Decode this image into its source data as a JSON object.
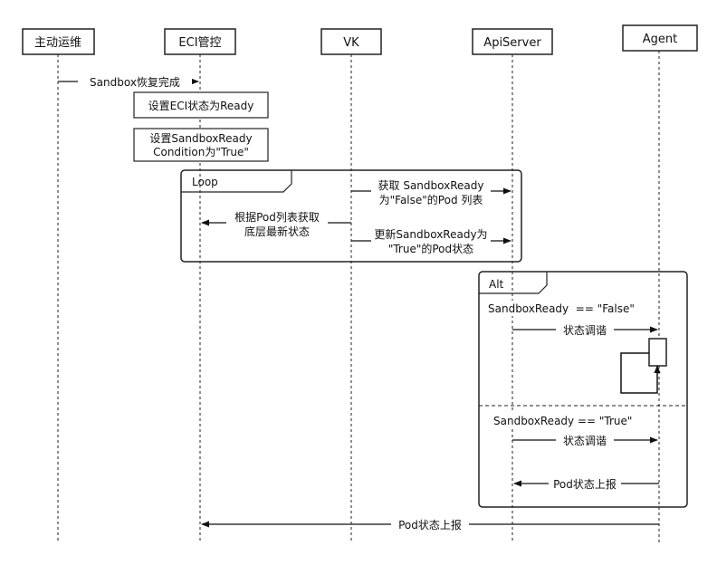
{
  "participants": [
    {
      "id": "ops",
      "label": "主动运维"
    },
    {
      "id": "eci",
      "label": "ECI管控"
    },
    {
      "id": "vk",
      "label": "VK"
    },
    {
      "id": "api",
      "label": "ApiServer"
    },
    {
      "id": "agent",
      "label": "Agent"
    }
  ],
  "messages": {
    "sandbox_recover": "Sandbox恢复完成",
    "get_pod_list": [
      "获取 SandboxReady",
      "为\"False\"的Pod 列表"
    ],
    "fetch_state": [
      "根据Pod列表获取",
      "底层最新状态"
    ],
    "update_ready": [
      "更新SandboxReady为",
      "\"True\"的Pod状态"
    ],
    "reconcile_1": "状态调谐",
    "reconcile_2": "状态调谐",
    "agent_report": "Pod状态上报",
    "final_report": "Pod状态上报"
  },
  "notes": {
    "set_eci_ready": "设置ECI状态为Ready",
    "set_condition": [
      "设置SandboxReady",
      "Condition为\"True\""
    ]
  },
  "fragments": {
    "loop": {
      "label": "Loop"
    },
    "alt": {
      "label": "Alt",
      "guard_1": "SandboxReady  == \"False\"",
      "guard_2": "SandboxReady == \"True\""
    }
  }
}
